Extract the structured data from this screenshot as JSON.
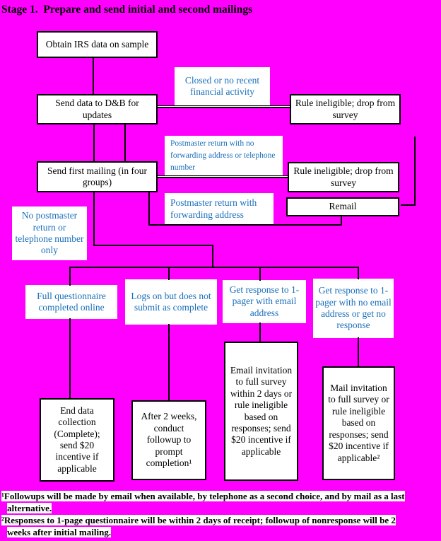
{
  "title": "Stage 1.  Prepare and send initial and second mailings",
  "colors": {
    "background": "#ff00ff",
    "label_text": "#1a6fba",
    "node_text": "#000000",
    "node_fill": "#ffffff",
    "connector": "#000000"
  },
  "diagram": {
    "nodes": {
      "obtain_irs": {
        "text": "Obtain IRS data on sample"
      },
      "send_dnb": {
        "text": "Send data to D&B for updates"
      },
      "closed_label": {
        "text": "Closed or no recent financial activity"
      },
      "rule_ineligible_1": {
        "text": "Rule ineligible; drop from survey"
      },
      "send_first_mailing": {
        "text": "Send first mailing (in four groups)"
      },
      "pm_return_no_fwd": {
        "text": "Postmaster return with no forwarding address or telephone number"
      },
      "rule_ineligible_2": {
        "text": "Rule ineligible; drop from survey"
      },
      "remail": {
        "text": "Remail"
      },
      "pm_return_fwd": {
        "text": "Postmaster return with forwarding address"
      },
      "no_pm_return": {
        "text": "No postmaster return or telephone number only"
      },
      "full_questionnaire": {
        "text": "Full questionnaire completed online"
      },
      "logs_on": {
        "text": "Logs on but does not submit as complete"
      },
      "response_with_email": {
        "text": "Get response to 1-pager with email address"
      },
      "response_no_email": {
        "text": "Get response to 1-pager with no email address or get no response"
      },
      "email_invitation": {
        "text": "Email invitation to full survey within 2 days or rule ineligible based on responses; send $20 incentive if applicable"
      },
      "mail_invitation": {
        "text": "Mail invitation to full survey or rule ineligible based on responses; send $20 incentive if applicable²"
      },
      "end_data_collection": {
        "text": "End data collection (Complete); send $20 incentive if applicable"
      },
      "after_two_weeks": {
        "text": "After 2 weeks, conduct followup to prompt completion¹"
      }
    }
  },
  "footnotes": {
    "line1": "¹Followups will be made by email when available, by telephone as a second choice, and by mail as a last",
    "line2": "alternative.",
    "line3": "²Responses to 1-page questionnaire will be within 2 days of receipt; followup of nonresponse will be 2",
    "line4": "weeks after initial mailing."
  }
}
